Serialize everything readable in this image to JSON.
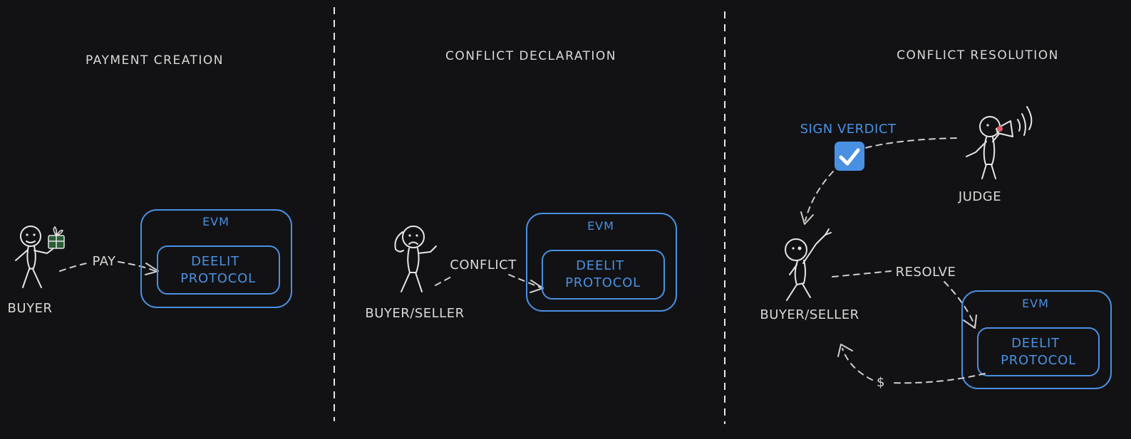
{
  "sections": [
    {
      "title": "PAYMENT CREATION"
    },
    {
      "title": "CONFLICT DECLARATION"
    },
    {
      "title": "CONFLICT RESOLUTION"
    }
  ],
  "payment_creation": {
    "actor_label": "BUYER",
    "arrow_label": "PAY",
    "container_label": "EVM",
    "protocol_line1": "DEELIT",
    "protocol_line2": "PROTOCOL"
  },
  "conflict_declaration": {
    "actor_label": "BUYER/SELLER",
    "arrow_label": "CONFLICT",
    "container_label": "EVM",
    "protocol_line1": "DEELIT",
    "protocol_line2": "PROTOCOL"
  },
  "conflict_resolution": {
    "verdict_label": "SIGN VERDICT",
    "judge_label": "JUDGE",
    "actor_label": "BUYER/SELLER",
    "arrow_label": "RESOLVE",
    "payout_label": "$",
    "container_label": "EVM",
    "protocol_line1": "DEELIT",
    "protocol_line2": "PROTOCOL"
  },
  "colors": {
    "background": "#121214",
    "accent_blue": "#4a90e2",
    "text_light": "#d9d9d9"
  },
  "icons": {
    "verdict": "checkbox-check-icon",
    "gift": "gift-icon",
    "megaphone": "megaphone-icon"
  }
}
